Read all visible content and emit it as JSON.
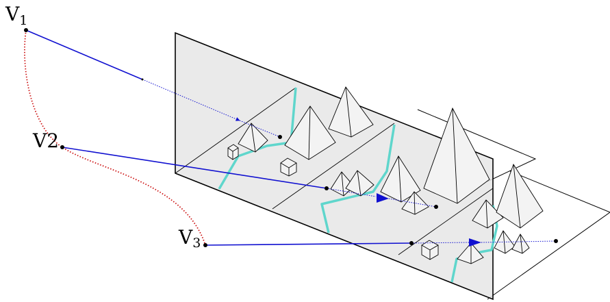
{
  "viewpoints": [
    {
      "letter": "V",
      "subscript": "1"
    },
    {
      "letter": "V",
      "subscript": "2"
    },
    {
      "letter": "V",
      "subscript": "3"
    }
  ],
  "colors": {
    "sight_line": "#1010d0",
    "camera_path": "#cc1111",
    "visibility_boundary": "#5fd6cc",
    "image_plane_fill": "#e6e6e6",
    "outline": "#000000"
  }
}
